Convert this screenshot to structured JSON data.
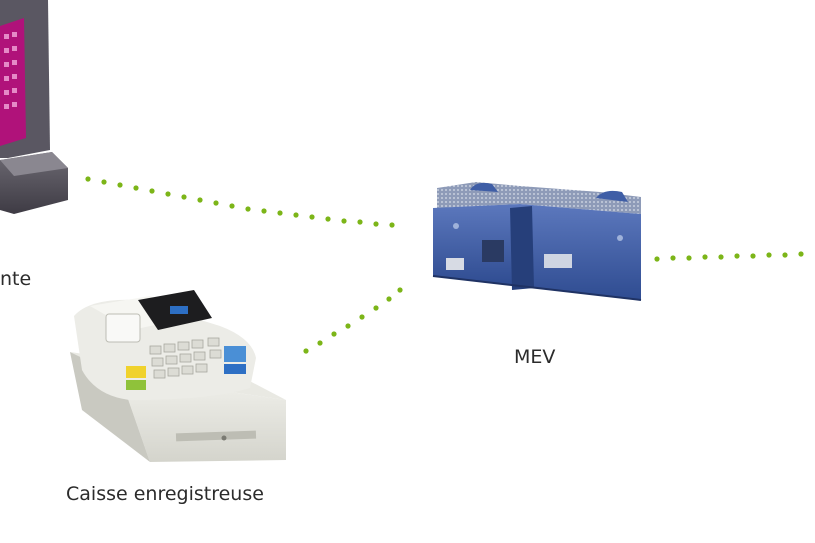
{
  "labels": {
    "terminal": "nte",
    "mev": "MEV",
    "cash_register": "Caisse enregistreuse"
  },
  "colors": {
    "link_dots": "#7cb518",
    "mev_body": "#3f5ea6",
    "terminal_screen": "#b0127a",
    "register_body": "#e4e4de"
  },
  "icons": [
    "pos-terminal-icon",
    "mev-device-icon",
    "cash-register-icon"
  ]
}
